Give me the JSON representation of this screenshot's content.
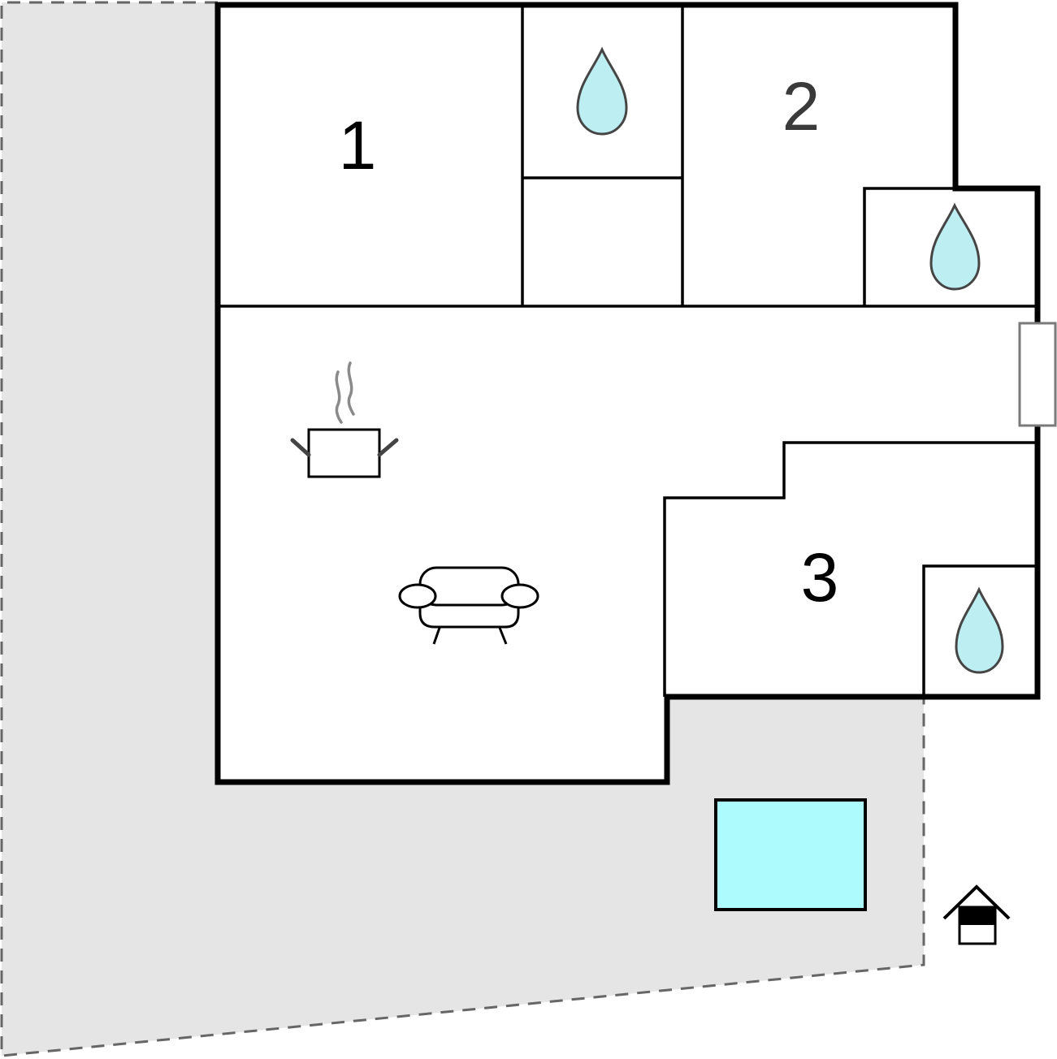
{
  "rooms": [
    {
      "label": "1"
    },
    {
      "label": "2"
    },
    {
      "label": "3"
    }
  ],
  "icons": {
    "bathroom": "water-drop-icon",
    "kitchen": "cooking-pot-icon",
    "living": "sofa-icon",
    "pool": "pool-icon",
    "garage": "garage-icon"
  },
  "colors": {
    "wall": "#000000",
    "terrace": "#e5e5e5",
    "terrace_border": "#666666",
    "water": "#bdeef2",
    "pool": "#adfbfd",
    "window": "#ffffff"
  }
}
